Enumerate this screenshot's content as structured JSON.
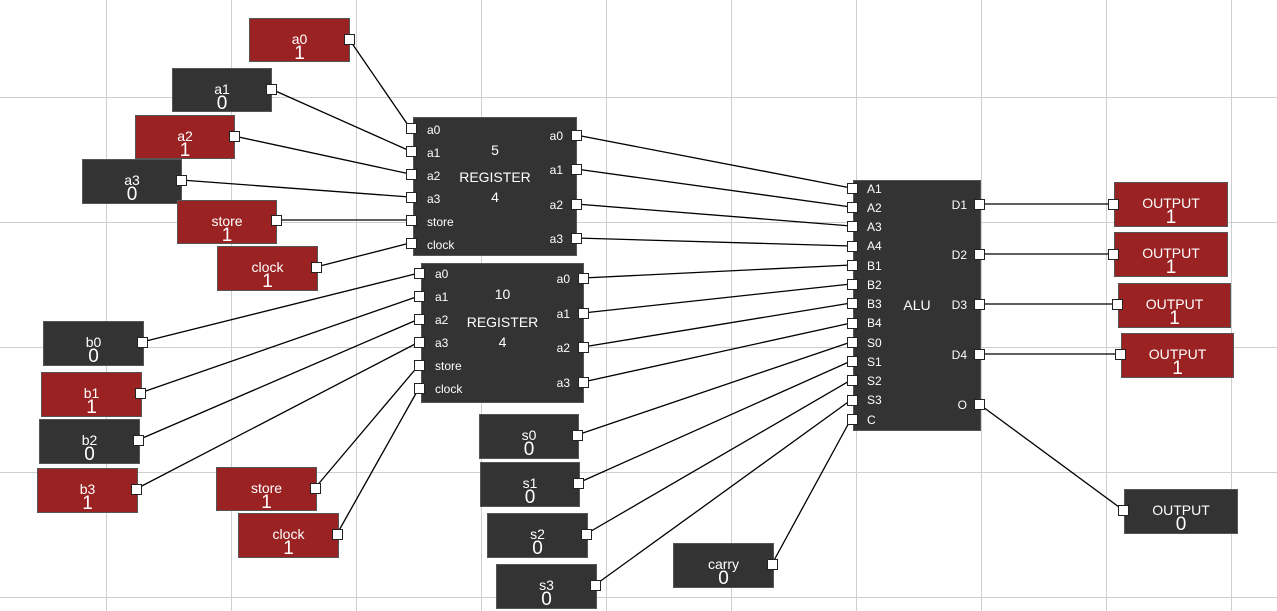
{
  "colors": {
    "on": "#9b2222",
    "off": "#333333",
    "wire": "#000000",
    "grid": "#cfcfcf"
  },
  "reg1": {
    "title_num": "5",
    "title": "REGISTER",
    "title_bits": "4",
    "in": [
      "a0",
      "a1",
      "a2",
      "a3",
      "store",
      "clock"
    ],
    "out": [
      "a0",
      "a1",
      "a2",
      "a3"
    ]
  },
  "reg2": {
    "title_num": "10",
    "title": "REGISTER",
    "title_bits": "4",
    "in": [
      "a0",
      "a1",
      "a2",
      "a3",
      "store",
      "clock"
    ],
    "out": [
      "a0",
      "a1",
      "a2",
      "a3"
    ]
  },
  "alu": {
    "title": "ALU",
    "in": [
      "A1",
      "A2",
      "A3",
      "A4",
      "B1",
      "B2",
      "B3",
      "B4",
      "S0",
      "S1",
      "S2",
      "S3",
      "C"
    ],
    "out": [
      "D1",
      "D2",
      "D3",
      "D4",
      "O"
    ]
  },
  "inputs": {
    "a0": {
      "label": "a0",
      "value": "1"
    },
    "a1": {
      "label": "a1",
      "value": "0"
    },
    "a2": {
      "label": "a2",
      "value": "1"
    },
    "a3": {
      "label": "a3",
      "value": "0"
    },
    "store1": {
      "label": "store",
      "value": "1"
    },
    "clock1": {
      "label": "clock",
      "value": "1"
    },
    "b0": {
      "label": "b0",
      "value": "0"
    },
    "b1": {
      "label": "b1",
      "value": "1"
    },
    "b2": {
      "label": "b2",
      "value": "0"
    },
    "b3": {
      "label": "b3",
      "value": "1"
    },
    "store2": {
      "label": "store",
      "value": "1"
    },
    "clock2": {
      "label": "clock",
      "value": "1"
    },
    "s0": {
      "label": "s0",
      "value": "0"
    },
    "s1": {
      "label": "s1",
      "value": "0"
    },
    "s2": {
      "label": "s2",
      "value": "0"
    },
    "s3": {
      "label": "s3",
      "value": "0"
    },
    "carry": {
      "label": "carry",
      "value": "0"
    }
  },
  "outputs": {
    "d1": {
      "label": "OUTPUT",
      "value": "1"
    },
    "d2": {
      "label": "OUTPUT",
      "value": "1"
    },
    "d3": {
      "label": "OUTPUT",
      "value": "1"
    },
    "d4": {
      "label": "OUTPUT",
      "value": "1"
    },
    "o": {
      "label": "OUTPUT",
      "value": "0"
    }
  }
}
